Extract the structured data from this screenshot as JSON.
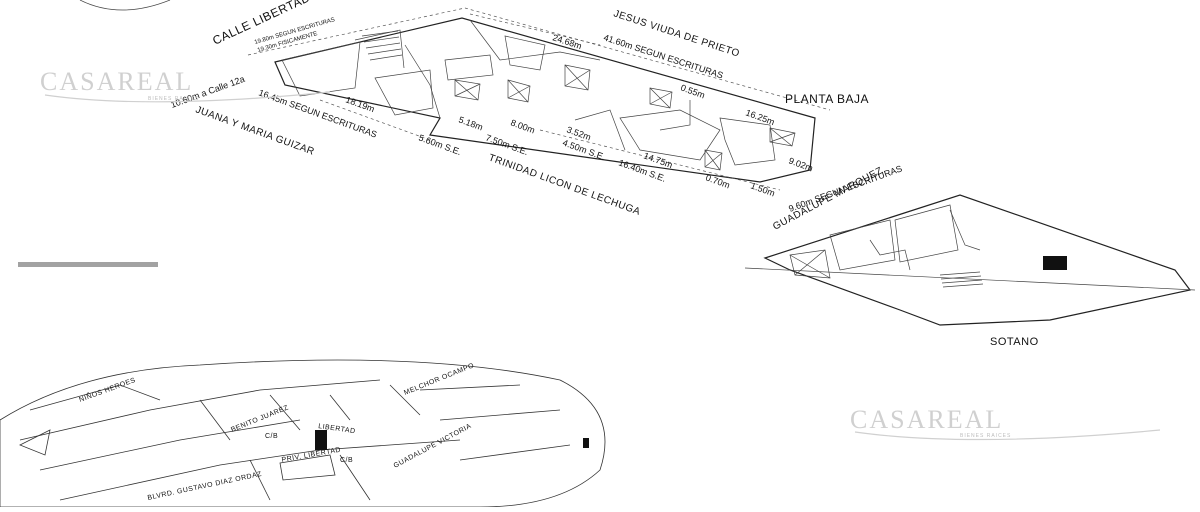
{
  "plan": {
    "top_street": "CALLE LIBERTAD",
    "top_frontage": [
      "19.80m SEGUN ESCRITURAS",
      "19.30m FISICAMENTE"
    ],
    "top_neighbor": "JESUS VIUDA DE PRIETO",
    "top_neighbor_lengths": [
      "24.68m",
      "41.60m SEGUN ESCRITURAS"
    ],
    "corner_text": "10.60m a Calle 12a",
    "left_neighbor": "JUANA Y MARIA GUIZAR",
    "left_dims": [
      "16.45m SEGUN ESCRITURAS",
      "18.19m"
    ],
    "bottom_neighbor": "TRINIDAD LICON DE LECHUGA",
    "bottom_dims": [
      "5.18m",
      "5.60m S.E.",
      "8.00m",
      "7.50m S.E.",
      "3.52m",
      "4.50m S.E.",
      "14.75m",
      "16.40m S.E."
    ],
    "right_dims": [
      "0.55m",
      "16.25m",
      "9.02m",
      "0.70m",
      "1.50m",
      "9.60m SEGUN ESCRITURAS"
    ],
    "right_neighbor": "GUADALUPE MARQUEZ",
    "title_ground": "PLANTA BAJA",
    "title_basement": "SOTANO"
  },
  "map": {
    "streets": [
      "NIÑOS HEROES",
      "BENITO JUAREZ",
      "MELCHOR OCAMPO",
      "LIBERTAD",
      "PRIV. LIBERTAD",
      "GUADALUPE VICTORIA",
      "BLVRD. GUSTAVO DIAZ ORDAZ"
    ],
    "small_labels": [
      "C/B",
      "C/B"
    ]
  },
  "watermark": {
    "brand": "CASAREAL",
    "tagline": "BIENES RAICES"
  },
  "colors": {
    "ink": "#111111",
    "watermark": "#d0d0d0"
  }
}
